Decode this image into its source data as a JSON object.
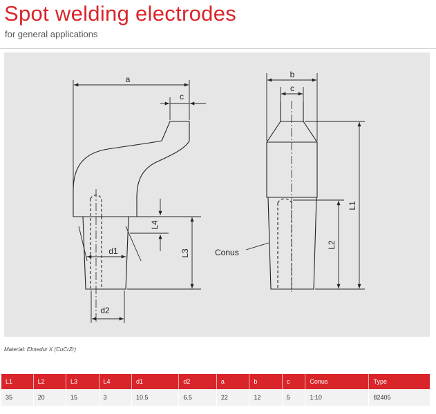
{
  "header": {
    "title": "Spot welding electrodes",
    "subtitle": "for general applications"
  },
  "drawing": {
    "labels": {
      "a": "a",
      "b": "b",
      "c_left": "c",
      "c_right": "c",
      "d1": "d1",
      "d2": "d2",
      "L1": "L1",
      "L2": "L2",
      "L3": "L3",
      "L4": "L4",
      "conus": "Conus"
    }
  },
  "material": {
    "text": "Material: Elmedur X (CuCrZr)"
  },
  "spec_table": {
    "headers": [
      "L1",
      "L2",
      "L3",
      "L4",
      "d1",
      "d2",
      "a",
      "b",
      "c",
      "Conus",
      "Type"
    ],
    "rows": [
      [
        "35",
        "20",
        "15",
        "3",
        "10.5",
        "6.5",
        "22",
        "12",
        "5",
        "1:10",
        "82405"
      ]
    ]
  },
  "colors": {
    "accent": "#d9252a",
    "figure_bg": "#e6e6e6",
    "table_row_bg": "#f2f2f2"
  }
}
